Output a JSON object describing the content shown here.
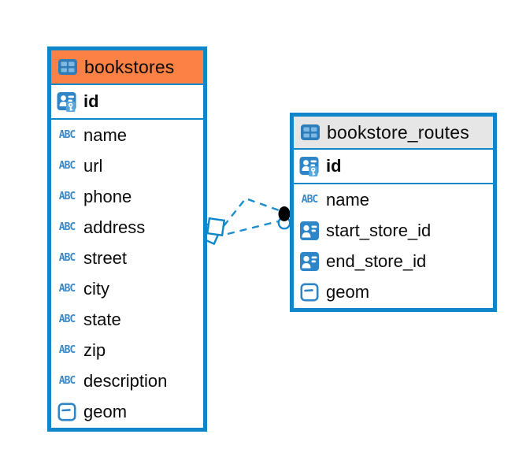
{
  "diagram": {
    "kind": "entity-relationship-diagram",
    "colors": {
      "table_border": "#0E86C8",
      "bookstores_header": "#FB8144",
      "routes_header": "#E6E6E6",
      "icon_blue": "#2E86C8",
      "icon_light_blue": "#7FB9E3",
      "connector_blue": "#1C8DCE",
      "text": "#0B0B0B"
    },
    "icons": {
      "text_type_label": "ABC"
    },
    "tables": [
      {
        "name": "bookstores",
        "header_color": "#FB8144",
        "columns": [
          {
            "name": "id",
            "type": "primary-key"
          },
          {
            "name": "name",
            "type": "text"
          },
          {
            "name": "url",
            "type": "text"
          },
          {
            "name": "phone",
            "type": "text"
          },
          {
            "name": "address",
            "type": "text"
          },
          {
            "name": "street",
            "type": "text"
          },
          {
            "name": "city",
            "type": "text"
          },
          {
            "name": "state",
            "type": "text"
          },
          {
            "name": "zip",
            "type": "text"
          },
          {
            "name": "description",
            "type": "text"
          },
          {
            "name": "geom",
            "type": "geometry"
          }
        ]
      },
      {
        "name": "bookstore_routes",
        "header_color": "#E6E6E6",
        "columns": [
          {
            "name": "id",
            "type": "primary-key"
          },
          {
            "name": "name",
            "type": "text"
          },
          {
            "name": "start_store_id",
            "type": "reference"
          },
          {
            "name": "end_store_id",
            "type": "reference"
          },
          {
            "name": "geom",
            "type": "geometry"
          }
        ]
      }
    ],
    "relationship": {
      "style": "dashed",
      "from_table": "bookstores",
      "to_table": "bookstore_routes",
      "line_count": 2
    }
  }
}
